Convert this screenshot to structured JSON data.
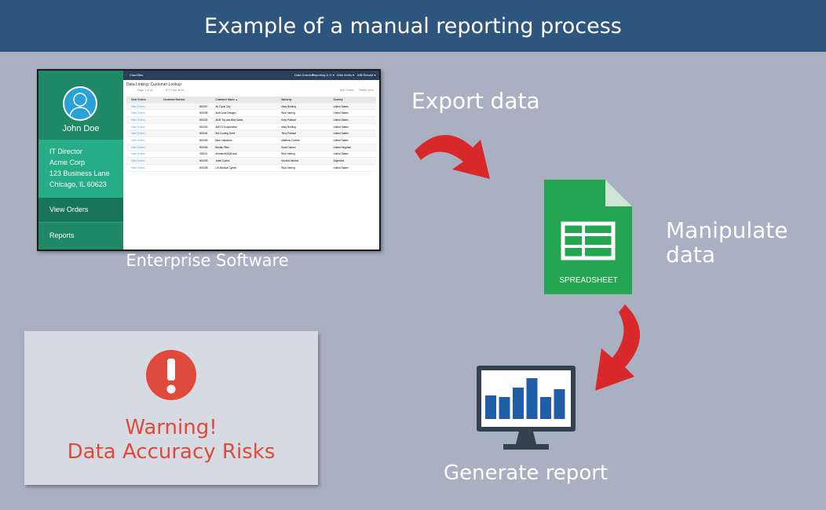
{
  "banner": {
    "title": "Example of a manual reporting process"
  },
  "enterprise": {
    "caption": "Enterprise Software",
    "app_name": "CiaoSites",
    "top_menu": [
      "Data Grants ▾",
      "Reporting & ⊙ ▾",
      "Web Items ▾",
      "Will Rennie ▾"
    ],
    "page_title": "Data Linking: Customer Lookup",
    "toolbar": [
      "Page 1 of 43",
      "572 Total Items",
      "Add Orders",
      "Delete View"
    ],
    "user": {
      "name": "John Doe",
      "title": "IT Director",
      "company": "Acme Corp",
      "address": "123 Business Lane",
      "city": "Chicago, IL 60623"
    },
    "nav": {
      "view_orders": "View Orders",
      "reports": "Reports"
    },
    "grid": {
      "headers": [
        "View Orders",
        "Customer Number",
        "Customer Name ▲",
        "Salesrep",
        "Country"
      ],
      "rows": [
        [
          "View Orders",
          "000007",
          "AV Cycle City",
          "Mary Bohling",
          "United States"
        ],
        [
          "View Orders",
          "000008",
          "Aloft Junk Designs",
          "Rick Harring",
          "United States"
        ],
        [
          "View Orders",
          "000002",
          "AKM Toy and Bike Sales",
          "Kelly Palmad",
          "United States"
        ],
        [
          "View Orders",
          "000003",
          "AMCO Cooperative",
          "Mary Bohling",
          "United States"
        ],
        [
          "View Orders",
          "000004",
          "Ark Cooling Ones",
          "Terry Palmad",
          "United States"
        ],
        [
          "View Orders",
          "000005",
          "Barn Imitations",
          "Matthew Corbett",
          "United States"
        ],
        [
          "View Orders",
          "000006",
          "Buildis Piller",
          "Scott Carbon",
          "United Kingdom"
        ],
        [
          "View Orders",
          "000011",
          "dbrealm004@Lada",
          "Rick Harring",
          "United States"
        ],
        [
          "View Orders",
          "000009",
          "Jebel Cycles",
          "Kendra Hendrix",
          "Argentina"
        ],
        [
          "View Orders",
          "000008",
          "US Medical Cycles",
          "Rick Harring",
          "United States"
        ]
      ]
    }
  },
  "steps": {
    "export": "Export data",
    "manipulate_line1": "Manipulate",
    "manipulate_line2": "data",
    "generate": "Generate report"
  },
  "spreadsheet": {
    "label": "SPREADSHEET"
  },
  "warning": {
    "line1": "Warning!",
    "line2": "Data Accuracy Risks"
  },
  "colors": {
    "banner": "#2e557e",
    "background": "#a8b0c2",
    "arrow": "#d9282a",
    "sheet": "#24a551",
    "bars": "#1f5ea6",
    "warning": "#e04a3c"
  },
  "chart_data": {
    "type": "bar",
    "values": [
      30,
      28,
      40,
      52,
      28,
      38
    ]
  }
}
